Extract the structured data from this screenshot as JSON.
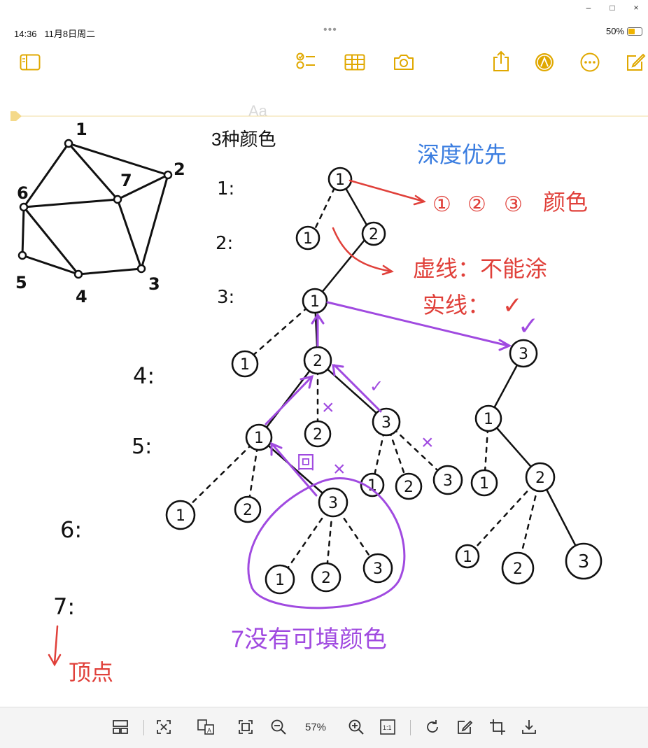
{
  "window": {
    "minimize": "–",
    "maximize": "□",
    "close": "×"
  },
  "status": {
    "time": "14:36",
    "date": "11月8日周二",
    "battery_pct": "50%",
    "battery_level": 0.5,
    "dots": "•••"
  },
  "toolbar": {
    "icons": [
      "sidebar-icon",
      "checklist-icon",
      "table-icon",
      "camera-icon",
      "share-icon",
      "markup-icon",
      "more-icon",
      "compose-icon"
    ],
    "format_label": "Aa",
    "accent": "#f0b400"
  },
  "note": {
    "graph_vertices": [
      "1",
      "2",
      "3",
      "4",
      "5",
      "6",
      "7"
    ],
    "heading": "3种颜色",
    "method": "深度优先",
    "color_legend": [
      "①",
      "②",
      "③"
    ],
    "color_word": "颜色",
    "dashed_label": "虚线：不能涂",
    "solid_label": "实线：",
    "check": "✓",
    "cross": "×",
    "back_label": "回",
    "levels": [
      "1:",
      "2:",
      "3:",
      "4:",
      "5:",
      "6:",
      "7:"
    ],
    "no_color": "7没有可填颜色",
    "vertex_axis": "顶点",
    "colors": {
      "ink": "#111111",
      "red": "#e0403a",
      "blue": "#3a7de0",
      "purple": "#a04ae0"
    }
  },
  "bottom": {
    "zoom": "57%",
    "actual_size": "1:1"
  }
}
